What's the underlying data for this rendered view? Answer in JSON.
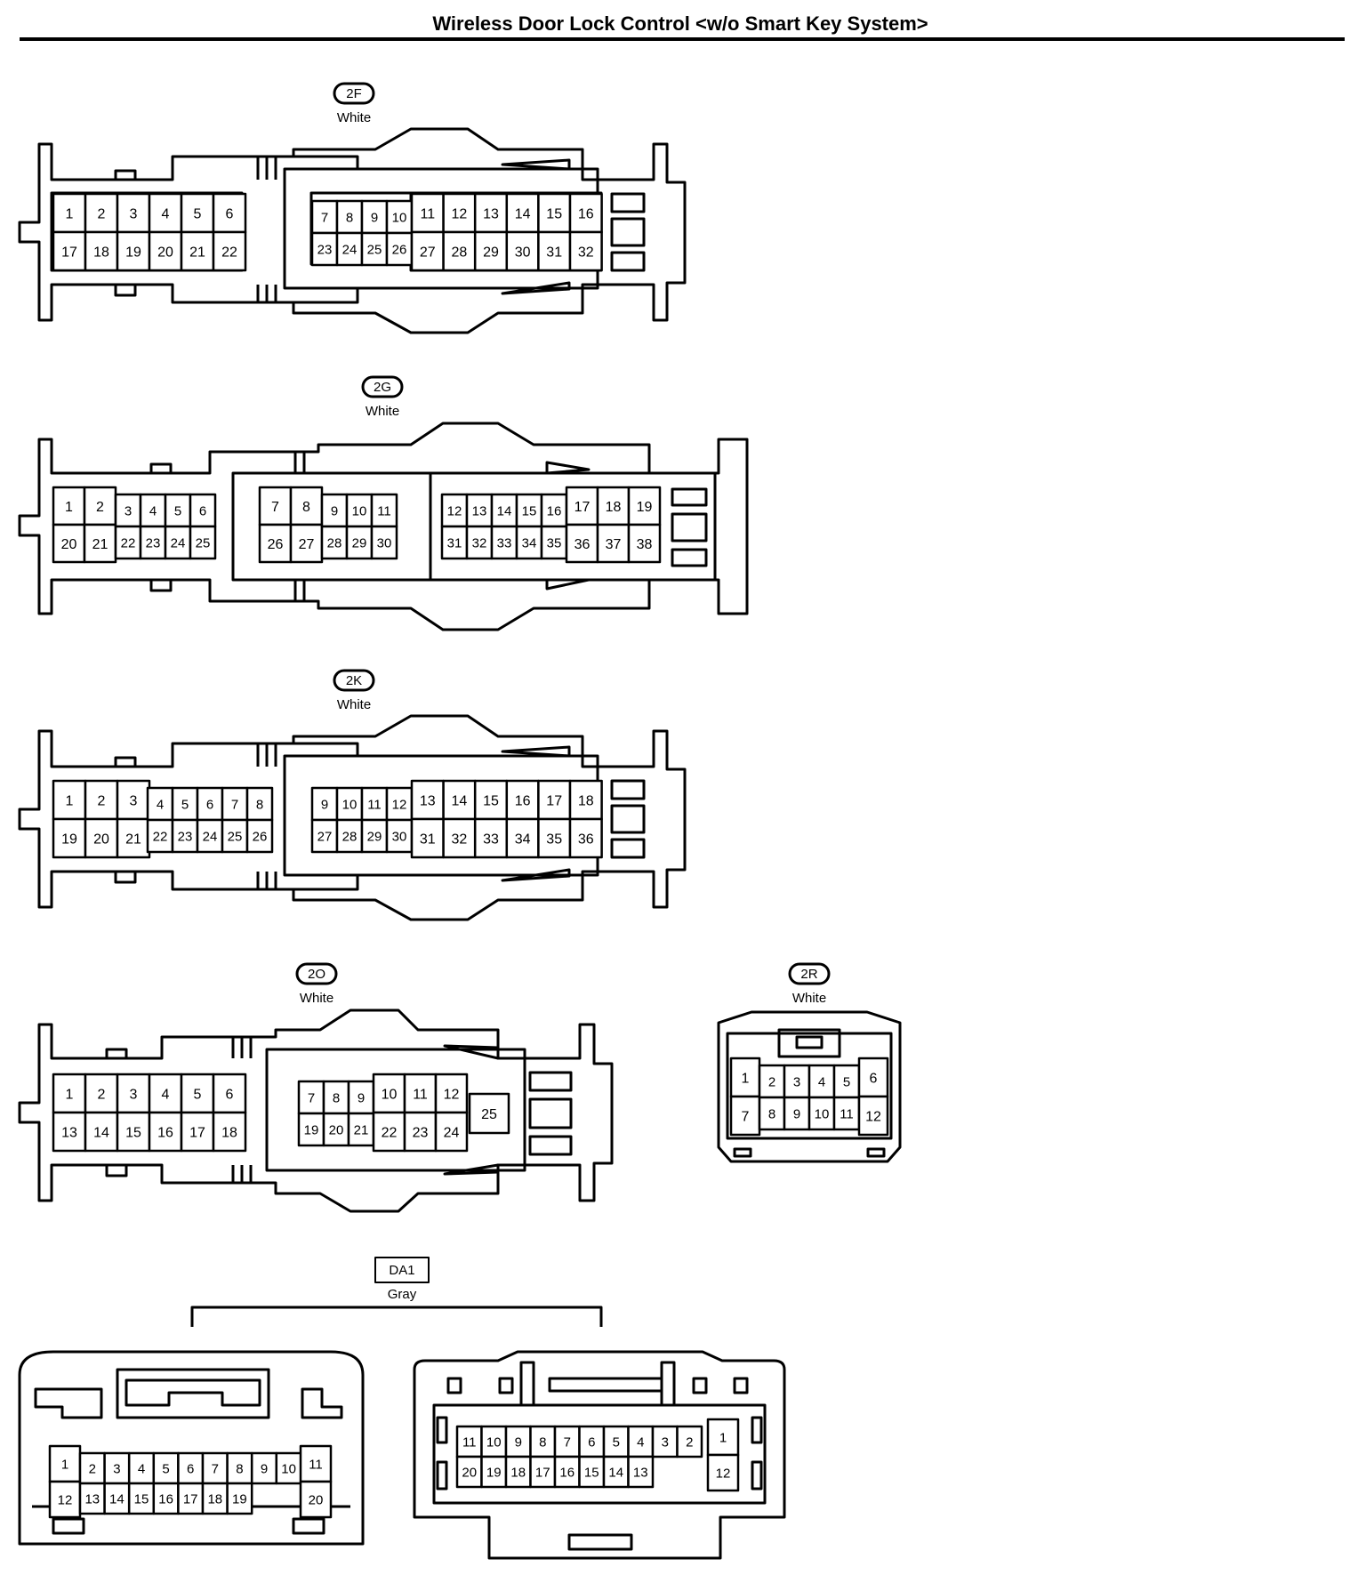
{
  "title": "Wireless Door Lock Control <w/o Smart Key System>",
  "connectors": [
    {
      "id": "2F",
      "color": "White",
      "pins": [
        [
          "1",
          "2",
          "3",
          "4",
          "5",
          "6"
        ],
        [
          "17",
          "18",
          "19",
          "20",
          "21",
          "22"
        ],
        [
          "7",
          "8",
          "9",
          "10"
        ],
        [
          "23",
          "24",
          "25",
          "26"
        ],
        [
          "11",
          "12",
          "13",
          "14",
          "15",
          "16"
        ],
        [
          "27",
          "28",
          "29",
          "30",
          "31",
          "32"
        ]
      ]
    },
    {
      "id": "2G",
      "color": "White",
      "pins": [
        [
          "1",
          "2"
        ],
        [
          "20",
          "21"
        ],
        [
          "3",
          "4",
          "5",
          "6"
        ],
        [
          "22",
          "23",
          "24",
          "25"
        ],
        [
          "7",
          "8"
        ],
        [
          "26",
          "27"
        ],
        [
          "9",
          "10",
          "11"
        ],
        [
          "28",
          "29",
          "30"
        ],
        [
          "12",
          "13",
          "14",
          "15",
          "16"
        ],
        [
          "31",
          "32",
          "33",
          "34",
          "35"
        ],
        [
          "17",
          "18",
          "19"
        ],
        [
          "36",
          "37",
          "38"
        ]
      ]
    },
    {
      "id": "2K",
      "color": "White",
      "pins": [
        [
          "1",
          "2",
          "3"
        ],
        [
          "19",
          "20",
          "21"
        ],
        [
          "4",
          "5",
          "6",
          "7",
          "8"
        ],
        [
          "22",
          "23",
          "24",
          "25",
          "26"
        ],
        [
          "9",
          "10",
          "11",
          "12"
        ],
        [
          "27",
          "28",
          "29",
          "30"
        ],
        [
          "13",
          "14",
          "15",
          "16",
          "17",
          "18"
        ],
        [
          "31",
          "32",
          "33",
          "34",
          "35",
          "36"
        ]
      ]
    },
    {
      "id": "2O",
      "color": "White",
      "pins": [
        [
          "1",
          "2",
          "3",
          "4",
          "5",
          "6"
        ],
        [
          "13",
          "14",
          "15",
          "16",
          "17",
          "18"
        ],
        [
          "7",
          "8",
          "9"
        ],
        [
          "19",
          "20",
          "21"
        ],
        [
          "10",
          "11",
          "12"
        ],
        [
          "22",
          "23",
          "24"
        ],
        [
          "25"
        ]
      ]
    },
    {
      "id": "2R",
      "color": "White",
      "pins": [
        [
          "1"
        ],
        [
          "7"
        ],
        [
          "2",
          "3",
          "4",
          "5"
        ],
        [
          "8",
          "9",
          "10",
          "11"
        ],
        [
          "6"
        ],
        [
          "12"
        ]
      ]
    },
    {
      "id": "DA1",
      "color": "Gray",
      "pins_left": [
        [
          "1"
        ],
        [
          "12"
        ],
        [
          "2",
          "3",
          "4",
          "5",
          "6",
          "7",
          "8",
          "9",
          "10"
        ],
        [
          "13",
          "14",
          "15",
          "16",
          "17",
          "18",
          "19"
        ],
        [
          "11"
        ],
        [
          "20"
        ]
      ],
      "pins_right": [
        [
          "11",
          "10",
          "9",
          "8",
          "7",
          "6",
          "5",
          "4",
          "3",
          "2"
        ],
        [
          "20",
          "19",
          "18",
          "17",
          "16",
          "15",
          "14",
          "13"
        ],
        [
          "1"
        ],
        [
          "12"
        ]
      ]
    }
  ]
}
